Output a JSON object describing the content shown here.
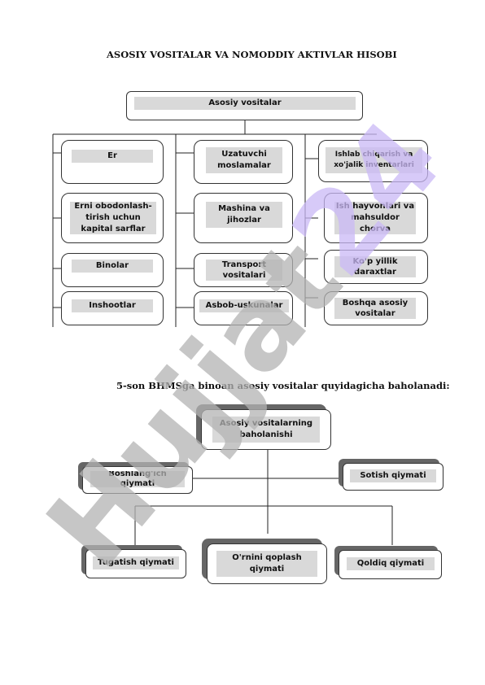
{
  "document": {
    "title": "ASOSIY VOSITALAR VA NOMODDIY AKTIVLAR HISOBI",
    "section_title": "5-son BHMSga binoan asosiy vositalar quyidagicha baholanadi:"
  },
  "diagram1": {
    "root": "Asosiy vositalar",
    "col1": [
      "Er",
      "Erni obodonlash-tirish uchun kapital sarflar",
      "Binolar",
      "Inshootlar"
    ],
    "col2": [
      "Uzatuvchi moslamalar",
      "Mashina va jihozlar",
      "Transport vositalari",
      "Asbob-uskunalar"
    ],
    "col3": [
      "Ishlab chiqarish va xo'jalik inventarlari",
      "Ish hayvonlari va mahsuldor chorva",
      "Ko'p yillik daraxtlar",
      "Boshqa asosiy vositalar"
    ]
  },
  "diagram2": {
    "root": "Asosiy vositalarning baholanishi",
    "left": "Boshlang'ich qiymati",
    "right": "Sotish qiymati",
    "bottom": [
      "Tugatish qiymati",
      "O'rnini qoplash qiymati",
      "Qoldiq qiymati"
    ]
  },
  "watermark": "Hujjat24",
  "colors": {
    "label_bg": "#d9d9d9",
    "shadow": "#666666",
    "watermark_gray": "#b3b3b3",
    "watermark_purple": "#c9b8f5"
  }
}
